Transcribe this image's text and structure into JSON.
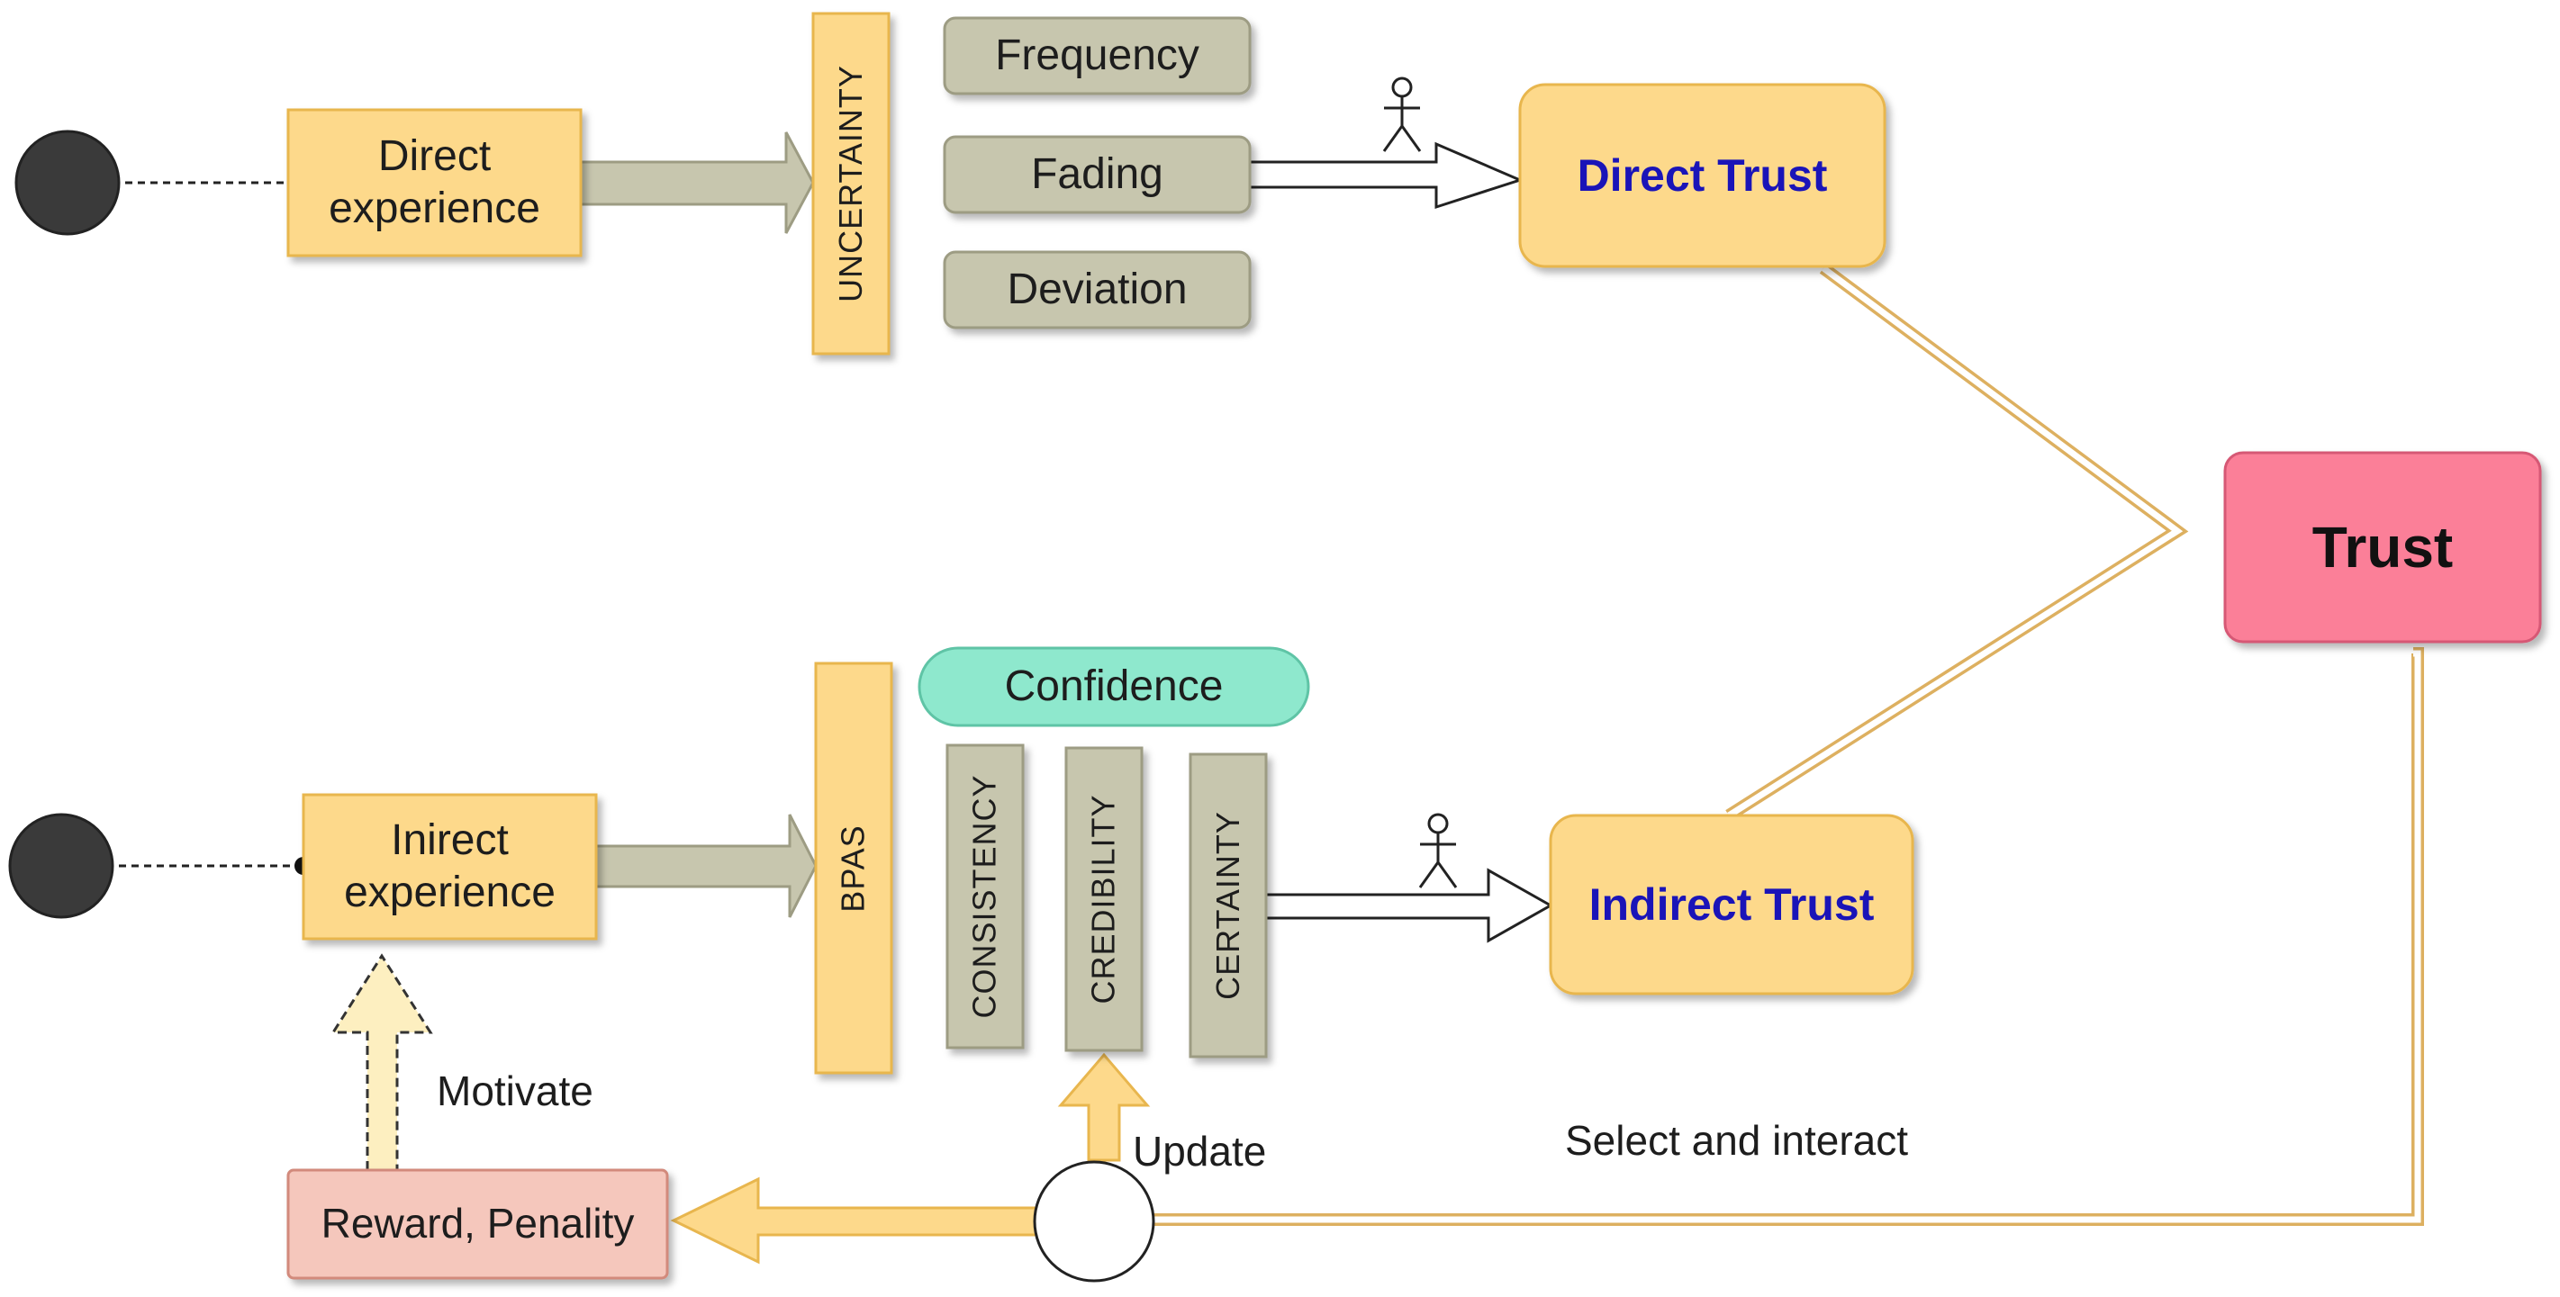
{
  "nodes": {
    "direct_experience": "Direct\nexperience",
    "indirect_experience": "Inirect\nexperience",
    "uncertainty": "UNCERTAINTY",
    "bpas": "BPAS",
    "frequency": "Frequency",
    "fading": "Fading",
    "deviation": "Deviation",
    "confidence": "Confidence",
    "consistency": "CONSISTENCY",
    "credibility": "CREDIBILITY",
    "certainty": "CERTAINTY",
    "direct_trust": "Direct Trust",
    "indirect_trust": "Indirect Trust",
    "trust": "Trust",
    "reward_penalty": "Reward, Penality"
  },
  "edges": {
    "motivate": "Motivate",
    "update": "Update",
    "select_and_interact": "Select and interact"
  },
  "colors": {
    "experience_fill": "#fdd98b",
    "experience_stroke": "#e8b64e",
    "gray_fill": "#c7c6ae",
    "gray_stroke": "#9d9c83",
    "confidence_fill": "#8ee8cd",
    "trust_fill": "#fb7f98",
    "reward_fill": "#f5c7bc",
    "trust_label_blue": "#1a14b8"
  },
  "icons": [
    "actor-icon",
    "actor-icon",
    "start-node-icon",
    "start-node-icon",
    "junction-node-icon"
  ]
}
